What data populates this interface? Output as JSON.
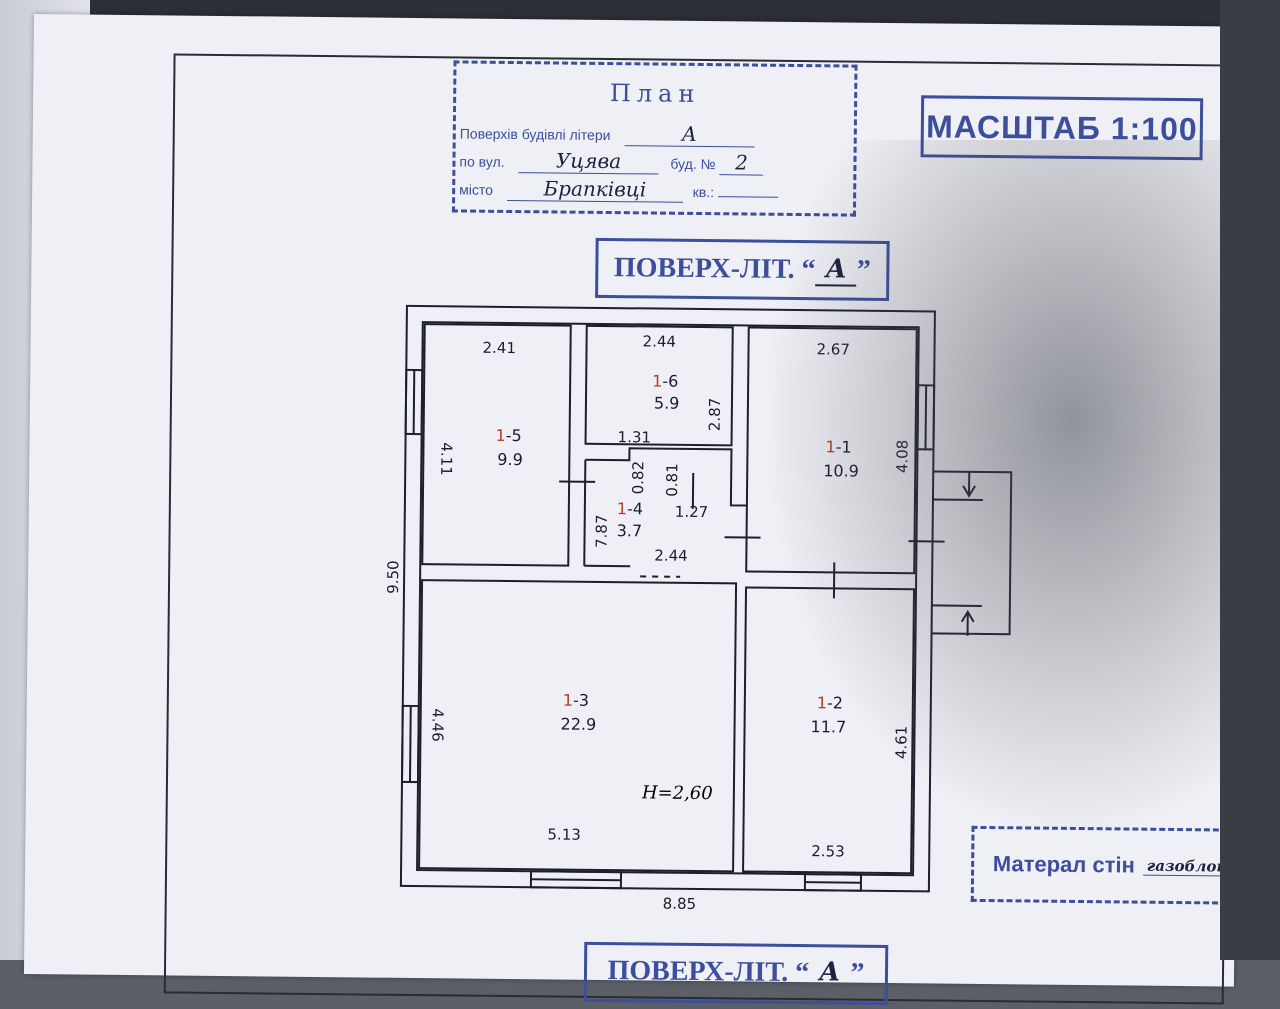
{
  "header": {
    "title": "План",
    "row1_label": "Поверхів будівлі літери",
    "row1_value": "А",
    "row2_label": "по вул.",
    "row2_value": "Уцява",
    "row2_label2": "буд. №",
    "row2_value2": "2",
    "row3_label": "місто",
    "row3_value": "Брапківці",
    "row3_label2": "кв.:"
  },
  "scale_stamp": "МАСШТАБ 1:100",
  "floor_stamp": {
    "prefix": "ПОВЕРХ-ЛІТ. “",
    "letter": "А",
    "suffix": "”"
  },
  "floor_stamp_bottom": {
    "prefix": "ПОВЕРХ-ЛІТ. “",
    "letter": "А",
    "suffix": "”"
  },
  "material_stamp": {
    "label": "Матерал стін",
    "value": "газоблоки"
  },
  "plan": {
    "total_width": "8.85",
    "total_height": "9.50",
    "ceiling_height": "Н=2,60",
    "rooms": [
      {
        "id_prefix": "1",
        "id_suffix": "-5",
        "area": "9.9",
        "top": "2.41",
        "side": "4.11"
      },
      {
        "id_prefix": "1",
        "id_suffix": "-6",
        "area": "5.9",
        "top": "2.44",
        "side": "2.87"
      },
      {
        "id_prefix": "1",
        "id_suffix": "-1",
        "area": "10.9",
        "top": "2.67",
        "side": "4.08"
      },
      {
        "id_prefix": "1",
        "id_suffix": "-4",
        "area": "3.7",
        "d1": "1.31",
        "d2": "0.82",
        "d3": "0.81",
        "d4": "1.27",
        "d5": "2.44",
        "d6": "7.87"
      },
      {
        "id_prefix": "1",
        "id_suffix": "-3",
        "area": "22.9",
        "side": "4.46",
        "bottom": "5.13"
      },
      {
        "id_prefix": "1",
        "id_suffix": "-2",
        "area": "11.7",
        "side": "4.61",
        "bottom": "2.53"
      }
    ]
  }
}
